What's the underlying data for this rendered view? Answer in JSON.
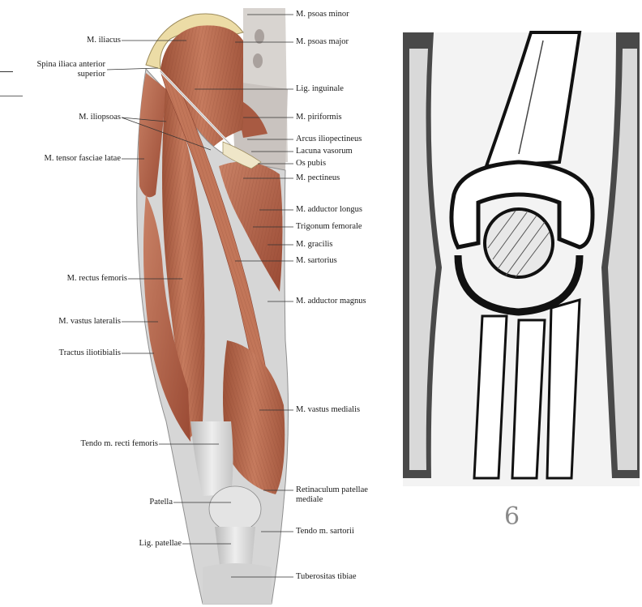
{
  "figure_left": {
    "labels_left": [
      {
        "key": "iliacus",
        "text": "M. iliacus"
      },
      {
        "key": "spina1",
        "text": "Spina iliaca anterior"
      },
      {
        "key": "spina2",
        "text": "superior"
      },
      {
        "key": "iliopsoas",
        "text": "M. iliopsoas"
      },
      {
        "key": "tensor",
        "text": "M. tensor fasciae latae"
      },
      {
        "key": "rectus",
        "text": "M. rectus femoris"
      },
      {
        "key": "vastus_lat",
        "text": "M. vastus lateralis"
      },
      {
        "key": "tractus",
        "text": "Tractus iliotibialis"
      },
      {
        "key": "tendo_recti",
        "text": "Tendo m. recti femoris"
      },
      {
        "key": "patella",
        "text": "Patella"
      },
      {
        "key": "lig_patellae",
        "text": "Lig. patellae"
      }
    ],
    "labels_right": [
      {
        "key": "psoas_minor",
        "text": "M. psoas minor"
      },
      {
        "key": "psoas_major",
        "text": "M. psoas major"
      },
      {
        "key": "lig_inguinale",
        "text": "Lig. inguinale"
      },
      {
        "key": "piriformis",
        "text": "M. piriformis"
      },
      {
        "key": "arcus",
        "text": "Arcus iliopectineus"
      },
      {
        "key": "lacuna",
        "text": "Lacuna vasorum"
      },
      {
        "key": "os_pubis",
        "text": "Os pubis"
      },
      {
        "key": "pectineus",
        "text": "M. pectineus"
      },
      {
        "key": "add_longus",
        "text": "M. adductor longus"
      },
      {
        "key": "trigonum",
        "text": "Trigonum femorale"
      },
      {
        "key": "gracilis",
        "text": "M. gracilis"
      },
      {
        "key": "sartorius",
        "text": "M. sartorius"
      },
      {
        "key": "add_magnus",
        "text": "M. adductor magnus"
      },
      {
        "key": "vastus_med",
        "text": "M. vastus medialis"
      },
      {
        "key": "retinaculum1",
        "text": "Retinaculum patellae"
      },
      {
        "key": "retinaculum2",
        "text": "mediale"
      },
      {
        "key": "tendo_sartorii",
        "text": "Tendo m. sartorii"
      },
      {
        "key": "tuberositas",
        "text": "Tuberositas tibiae"
      }
    ]
  },
  "figure_right": {
    "number": "6"
  },
  "colors": {
    "muscle": "#b86a4e",
    "muscle_dark": "#8e4632",
    "tendon": "#dcdcdc",
    "bone": "#efe6c8",
    "ink": "#1a1a1a"
  }
}
